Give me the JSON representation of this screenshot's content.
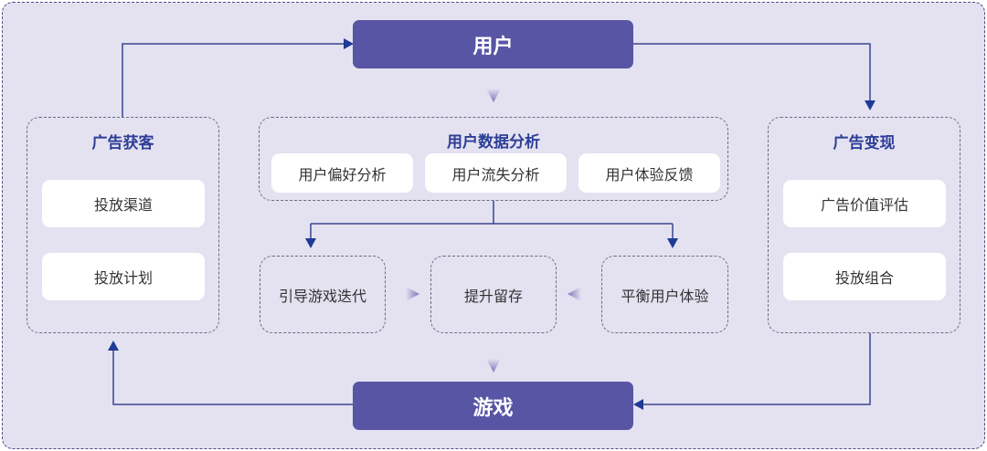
{
  "top": {
    "label": "用户"
  },
  "bottom": {
    "label": "游戏"
  },
  "left_group": {
    "title": "广告获客",
    "items": [
      "投放渠道",
      "投放计划"
    ]
  },
  "center_group": {
    "title": "用户数据分析",
    "items": [
      "用户偏好分析",
      "用户流失分析",
      "用户体验反馈"
    ]
  },
  "outcomes": [
    "引导游戏迭代",
    "提升留存",
    "平衡用户体验"
  ],
  "right_group": {
    "title": "广告变现",
    "items": [
      "广告价值评估",
      "投放组合"
    ]
  },
  "colors": {
    "primary": "#5955a5",
    "title_text": "#2c3e96",
    "arrow": "#2a3a8c",
    "background": "#e4e2f1"
  }
}
